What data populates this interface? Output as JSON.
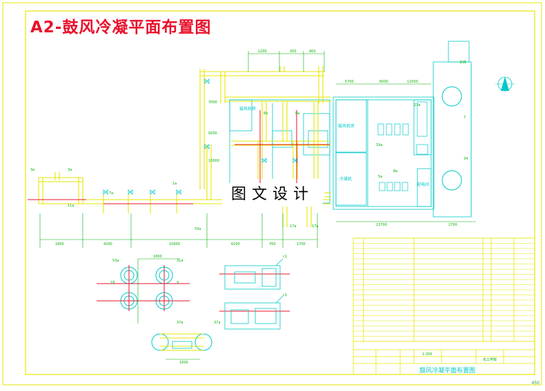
{
  "title": "A2-鼓风冷凝平面布置图",
  "stamp": "图文设计",
  "page_number": "450",
  "equipment_labels": {
    "eq_a": "鼓风机房",
    "eq_b": "鼓风机房",
    "eq_c": "冷凝机",
    "eq_d": "配电间"
  },
  "title_block": {
    "drawing_title": "鼓风冷凝平面布置图",
    "scale": "1:200"
  },
  "colors": {
    "frame": "#e6e600",
    "pipe": "#e6e600",
    "linework": "#00c8c8",
    "marker": "#e8102a",
    "dimension": "#00b000",
    "title": "#e8102a"
  }
}
